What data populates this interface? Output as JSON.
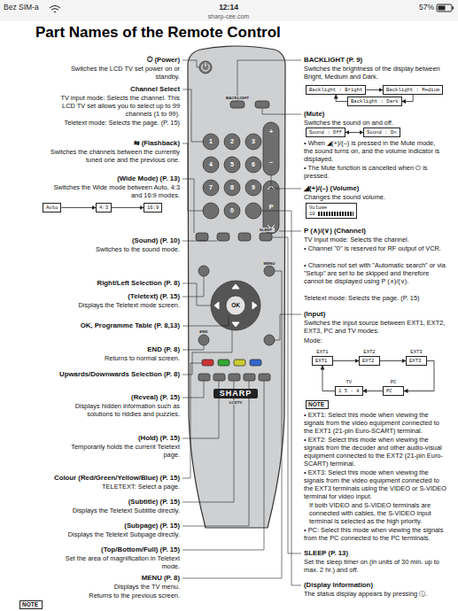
{
  "diagram": {
    "title": "Part Names of the Remote Control",
    "nodes": [
      {
        "text": [
          "Auto"
        ]
      },
      {
        "text": [
          "4:3"
        ]
      },
      {
        "text": [
          "16:9"
        ]
      },
      {
        "text": [
          "Backlight : Bright"
        ]
      },
      {
        "text": [
          "Backlight : Medium"
        ]
      },
      {
        "text": [
          "Backlight : Dark"
        ]
      },
      {
        "text": [
          "Sound : Off"
        ]
      },
      {
        "text": [
          "Sound : On"
        ]
      },
      {
        "text": [
          "Volume",
          "10"
        ]
      },
      {
        "text": [
          "EXT1",
          "EXT1"
        ]
      },
      {
        "text": [
          "EXT2",
          "EXT2"
        ]
      },
      {
        "text": [
          "EXT3",
          "EXT3"
        ]
      },
      {
        "text": [
          "TV",
          "1 5 - 8"
        ]
      },
      {
        "text": [
          "PC",
          "PC"
        ]
      }
    ],
    "edges": [
      {
        "from": 0,
        "to": 1,
        "arrow": "to"
      },
      {
        "from": 1,
        "to": 2,
        "arrow": "to"
      },
      {
        "from": 3,
        "to": 4,
        "arrow": "to"
      },
      {
        "from": 4,
        "to": 5,
        "arrow": "to"
      },
      {
        "from": 5,
        "to": 3,
        "arrow": "to"
      },
      {
        "from": 6,
        "to": 7,
        "arrow": "both"
      },
      {
        "from": 9,
        "to": 10,
        "arrow": "to"
      },
      {
        "from": 10,
        "to": 11,
        "arrow": "to"
      },
      {
        "from": 11,
        "to": 13,
        "arrow": "to"
      },
      {
        "from": 13,
        "to": 12,
        "arrow": "to"
      },
      {
        "from": 12,
        "to": 9,
        "arrow": "to"
      }
    ],
    "labels": [
      "Bez SIM-a",
      "12:14",
      "57%",
      "sharp-cee.com",
      "⏻ (Power)",
      "Switches the LCD TV set power on or standby.",
      "Channel Select",
      "TV input mode: Selects the channel. This LCD TV set allows you to select up to 99 channels (1 to 99).",
      "Teletext mode: Selects the page. (P. 15)",
      "⇆ (Flashback)",
      "Switches the channels between the currently tuned one and the previous one.",
      "(Wide Mode) (P. 13)",
      "Switches the Wide mode between Auto, 4:3 and 16:9 modes.",
      "(Sound) (P. 10)",
      "Switches to the sound mode.",
      "Right/Left Selection (P. 8)",
      "(Teletext) (P. 15)",
      "Displays the Teletext mode screen.",
      "OK, Programme Table (P. 8,13)",
      "END (P. 8)",
      "Returns to normal screen.",
      "Upwards/Downwards Selection (P. 8)",
      "(Reveal) (P. 15)",
      "Displays hidden information such as solutions to riddles and puzzles.",
      "(Hold) (P. 15)",
      "Temporarily holds the current Teletext page.",
      "Colour (Red/Green/Yellow/Blue) (P. 15)",
      "TELETEXT: Select a page.",
      "(Subtitle) (P. 15)",
      "Displays the Teletext Subtitle directly.",
      "(Subpage) (P. 15)",
      "Displays the Teletext Subpage directly.",
      "(Top/Bottom/Full) (P. 15)",
      "Set the area of magnification in Teletext mode.",
      "MENU (P. 8)",
      "Displays the TV menu.",
      "Returns to the previous screen.",
      "NOTE",
      "BACKLIGHT (P. 9)",
      "Switches the brightness of the display between Bright, Medium and Dark.",
      "(Mute)",
      "Switches the sound on and off.",
      "• When ◢(+)/(–) is pressed in the Mute mode, the sound turns on, and the volume indicator is displayed.",
      "• The Mute function is cancelled when ⏻ is pressed.",
      "◢(+)/(–) (Volume)",
      "Changes the sound volume.",
      "P (∧)/(∨) (Channel)",
      "TV input mode: Selects the channel.",
      "• Channel \"0\" is reserved for RF output of VCR.",
      "• Channels not set with \"Automatic search\" or via \"Setup\" are set to be skipped and therefore cannot be displayed using P (∧)/(∨).",
      "Teletext mode: Selects the page. (P. 15)",
      "(Input)",
      "Switches the input source between EXT1, EXT2, EXT3, PC and TV modes.",
      "Mode:",
      "NOTE",
      "• EXT1: Select this mode when viewing the signals from the video equipment connected to the EXT1 (21-pin Euro-SCART) terminal.",
      "• EXT2: Select this mode when viewing the signals from the decoder and other audio-visual equipment connected to the EXT2 (21-pin Euro-SCART) terminal.",
      "• EXT3: Select this mode when viewing the signals from the video equipment connected to the EXT3 terminals using the VIDEO or S-VIDEO terminal for video input.",
      "If both VIDEO and S-VIDEO terminals are connected with cables, the S-VIDEO input terminal is selected as the high priority.",
      "• PC: Select this mode when viewing the signals from the PC connected to the PC terminals.",
      "SLEEP (P. 13)",
      "Set the sleep timer on (in units of 30 min. up to max. 2 hr.) and off.",
      "(Display Information)",
      "The status display appears by pressing ⓘ.",
      "BACKLIGHT",
      "1",
      "2",
      "3",
      "4",
      "5",
      "6",
      "7",
      "8",
      "9",
      "0",
      "+",
      "–",
      "P",
      "SLEEP",
      "MENU",
      "OK",
      "END",
      "SHARP",
      "LCDTV"
    ]
  }
}
